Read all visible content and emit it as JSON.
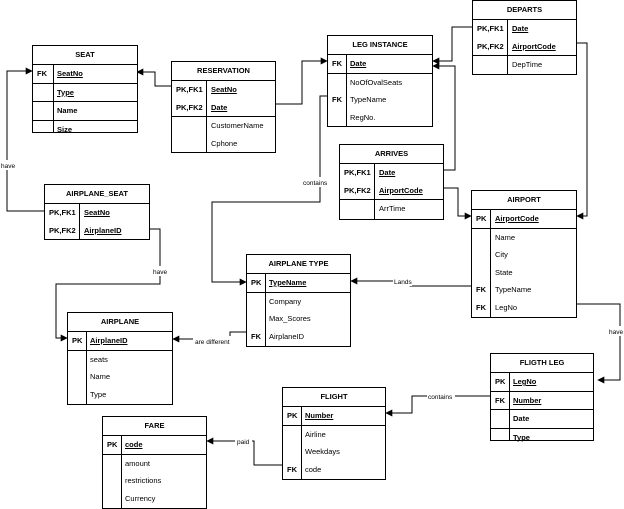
{
  "entities": [
    {
      "id": "seat",
      "title": "SEAT",
      "rows": [
        {
          "key": "FK",
          "field": "SeatNo",
          "pk": true
        },
        {
          "key": "",
          "field": "Type",
          "pk": true
        },
        {
          "key": "",
          "field": "Name",
          "bold": true
        },
        {
          "key": "",
          "field": "Size",
          "bold": true
        }
      ]
    },
    {
      "id": "reservation",
      "title": "RESERVATION",
      "rows": [
        {
          "key": "PK,FK1",
          "field": "SeatNo",
          "pk": true
        },
        {
          "key": "PK,FK2",
          "field": "Date",
          "pk": true
        },
        {
          "key": "",
          "field": "CustomerName"
        },
        {
          "key": "",
          "field": "Cphone"
        }
      ]
    },
    {
      "id": "leg-instance",
      "title": "LEG INSTANCE",
      "rows": [
        {
          "key": "FK",
          "field": "Date",
          "pk": true
        },
        {
          "key": "",
          "field": "NoOfOvalSeats"
        },
        {
          "key": "FK",
          "field": "TypeName"
        },
        {
          "key": "",
          "field": "RegNo."
        }
      ]
    },
    {
      "id": "departs",
      "title": "DEPARTS",
      "rows": [
        {
          "key": "PK,FK1",
          "field": "Date",
          "pk": true
        },
        {
          "key": "PK,FK2",
          "field": "AirportCode",
          "pk": true
        },
        {
          "key": "",
          "field": "DepTime"
        }
      ]
    },
    {
      "id": "arrives",
      "title": "ARRIVES",
      "rows": [
        {
          "key": "PK,FK1",
          "field": "Date",
          "pk": true
        },
        {
          "key": "PK,FK2",
          "field": "AirportCode",
          "pk": true
        },
        {
          "key": "",
          "field": "ArrTime"
        }
      ]
    },
    {
      "id": "airplane-seat",
      "title": "AIRPLANE_SEAT",
      "rows": [
        {
          "key": "PK,FK1",
          "field": "SeatNo",
          "pk": true
        },
        {
          "key": "PK,FK2",
          "field": "AirplaneID",
          "pk": true
        }
      ]
    },
    {
      "id": "airport",
      "title": "AIRPORT",
      "rows": [
        {
          "key": "PK",
          "field": "AirportCode",
          "pk": true
        },
        {
          "key": "",
          "field": "Name"
        },
        {
          "key": "",
          "field": "City"
        },
        {
          "key": "",
          "field": "State"
        },
        {
          "key": "FK",
          "field": "TypeName"
        },
        {
          "key": "FK",
          "field": "LegNo"
        }
      ]
    },
    {
      "id": "airplane-type",
      "title": "AIRPLANE TYPE",
      "rows": [
        {
          "key": "PK",
          "field": "TypeName",
          "pk": true
        },
        {
          "key": "",
          "field": "Company"
        },
        {
          "key": "",
          "field": "Max_Scores"
        },
        {
          "key": "FK",
          "field": "AirplaneID"
        }
      ]
    },
    {
      "id": "airplane",
      "title": "AIRPLANE",
      "rows": [
        {
          "key": "PK",
          "field": "AirplaneID",
          "pk": true
        },
        {
          "key": "",
          "field": "seats"
        },
        {
          "key": "",
          "field": "Name"
        },
        {
          "key": "",
          "field": "Type"
        }
      ]
    },
    {
      "id": "flight-leg",
      "title": "FLIGTH LEG",
      "rows": [
        {
          "key": "PK",
          "field": "LegNo",
          "pk": true
        },
        {
          "key": "FK",
          "field": "Number",
          "pk": true
        },
        {
          "key": "",
          "field": "Date",
          "bold": true
        },
        {
          "key": "",
          "field": "Type",
          "bold": true
        }
      ]
    },
    {
      "id": "flight",
      "title": "FLIGHT",
      "rows": [
        {
          "key": "PK",
          "field": "Number",
          "pk": true
        },
        {
          "key": "",
          "field": "Airline"
        },
        {
          "key": "",
          "field": "Weekdays"
        },
        {
          "key": "FK",
          "field": "code"
        }
      ]
    },
    {
      "id": "fare",
      "title": "FARE",
      "rows": [
        {
          "key": "PK",
          "field": "code",
          "pk": true
        },
        {
          "key": "",
          "field": "amount"
        },
        {
          "key": "",
          "field": "restrictions"
        },
        {
          "key": "",
          "field": "Currency"
        }
      ]
    }
  ],
  "relationship_labels": {
    "have1": "have",
    "contains1": "contains",
    "have2": "have",
    "lands": "Lands",
    "have3": "have",
    "are_different": "are different",
    "contains2": "contains",
    "paid": "paid"
  }
}
